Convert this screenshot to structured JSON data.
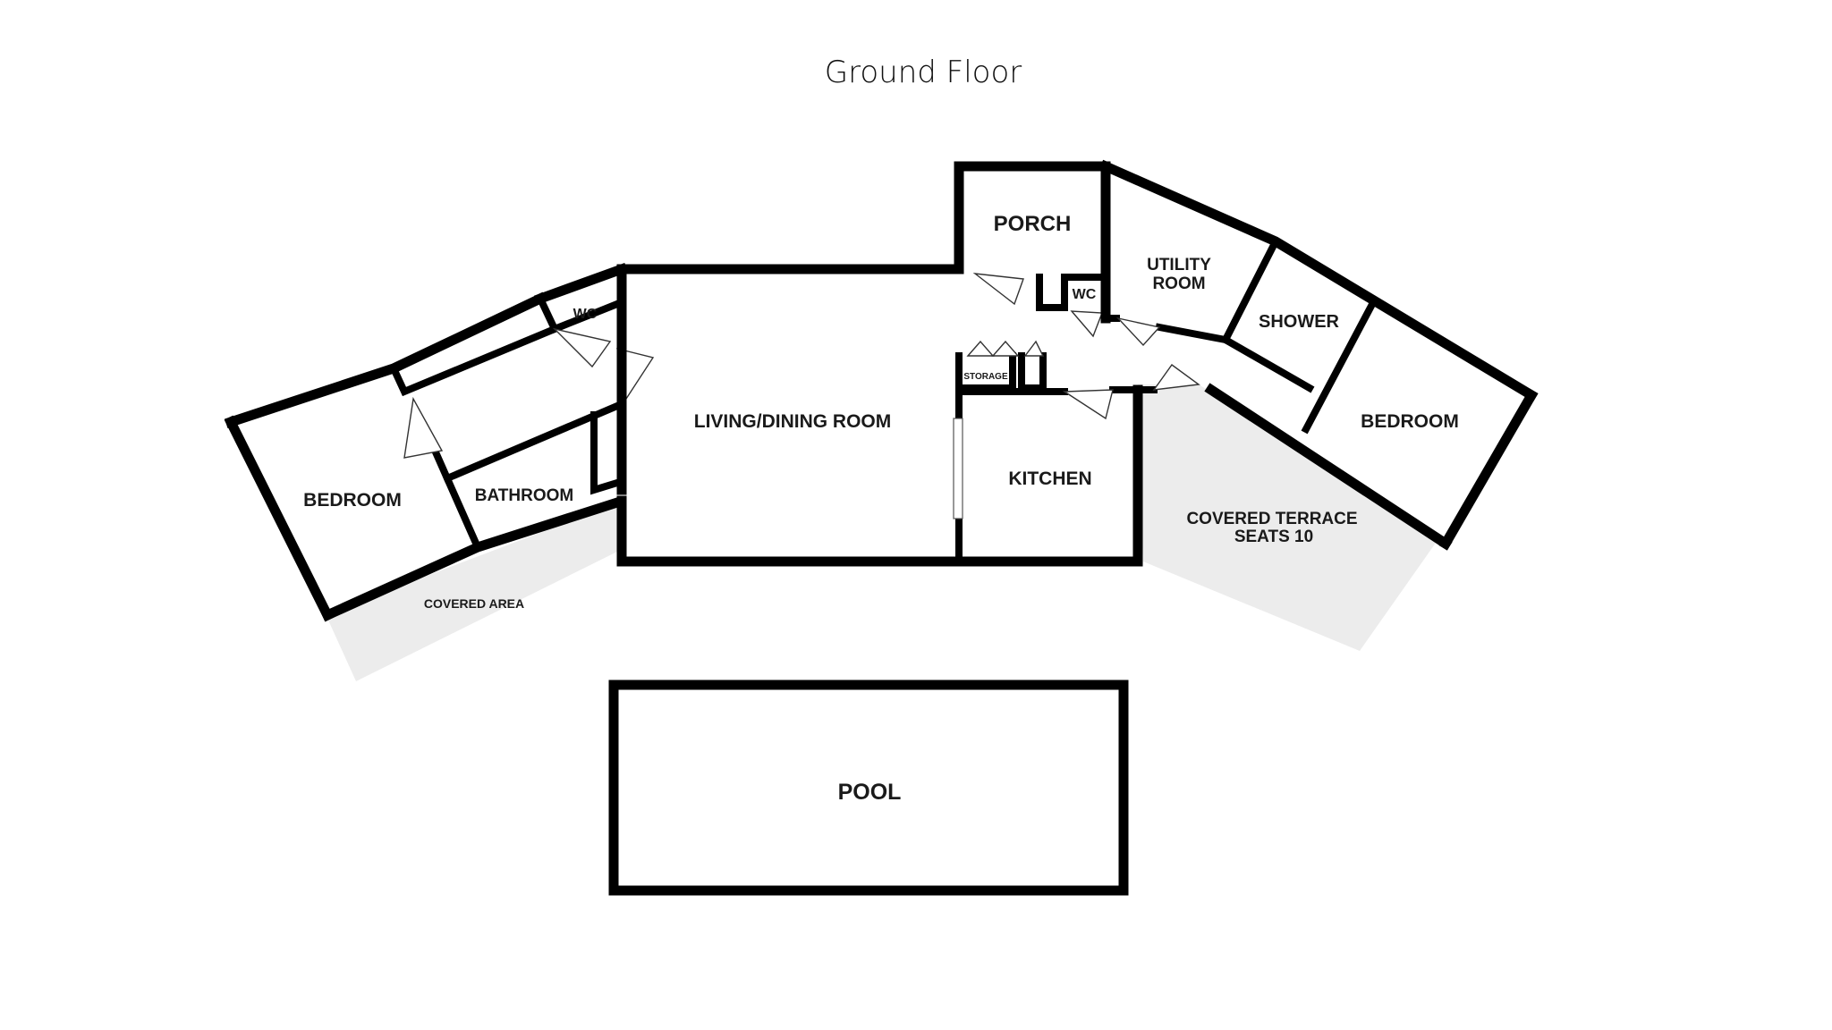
{
  "title": "Ground Floor",
  "rooms": {
    "porch": "PORCH",
    "utility": "UTILITY ROOM",
    "wc_right": "WC",
    "wc_left": "WC",
    "shower": "SHOWER",
    "storage": "STORAGE",
    "living": "LIVING/DINING ROOM",
    "kitchen": "KITCHEN",
    "bedroom_left": "BEDROOM",
    "bedroom_right": "BEDROOM",
    "bathroom": "BATHROOM",
    "covered_area": "COVERED AREA",
    "terrace_line1": "COVERED TERRACE",
    "terrace_line2": "SEATS 10",
    "pool": "POOL"
  },
  "colors": {
    "wall": "#000000",
    "covered_fill": "#ececec",
    "background": "#ffffff"
  }
}
